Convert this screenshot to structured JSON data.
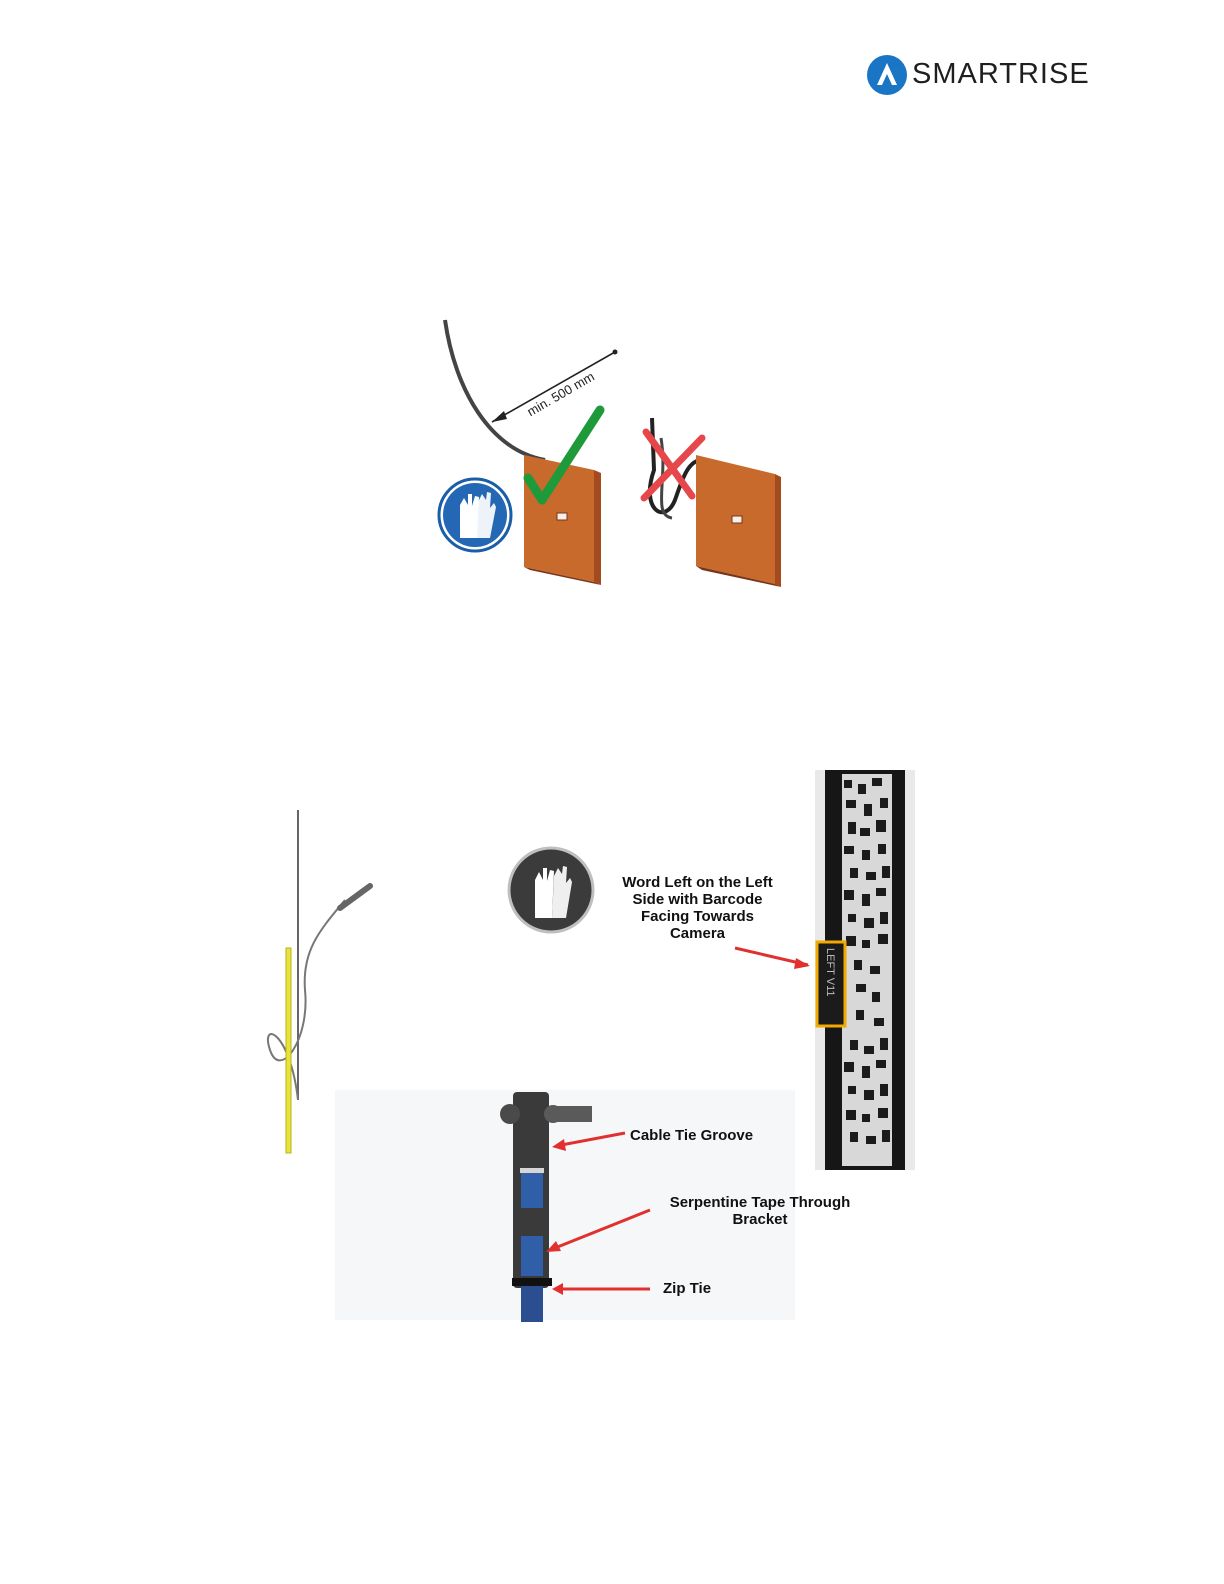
{
  "header": {
    "logo_text": "SMARTRISE",
    "brand_color": "#1a75c4"
  },
  "figure1": {
    "dimension_label": "min. 500 mm",
    "icons": [
      "gloves-icon",
      "check-icon",
      "cross-icon"
    ]
  },
  "figure2": {
    "callouts": {
      "word_left": [
        "Word Left on the Left",
        "Side with Barcode",
        "Facing Towards",
        "Camera"
      ],
      "cable_tie_groove": "Cable Tie Groove",
      "serpentine": [
        "Serpentine Tape Through",
        "Bracket"
      ],
      "zip_tie": "Zip Tie"
    },
    "tape_label": "LEFT V11",
    "colors": {
      "arrow": "#e03030",
      "highlight": "#f2a900",
      "plate": "#c86a2c",
      "check": "#1f9a3a"
    }
  }
}
